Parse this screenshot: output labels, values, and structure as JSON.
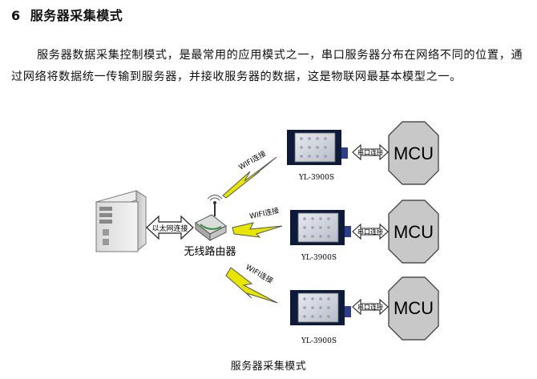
{
  "heading": {
    "number": "6",
    "title": "服务器采集模式"
  },
  "paragraph": "服务器数据采集控制模式，是最常用的应用模式之一，串口服务器分布在网络不同的位置，通过网络将数据统一传输到服务器，并接收服务器的数据，这是物联网最基本模型之一。",
  "diagram": {
    "router_label": "无线路由器",
    "ethernet_label": "以太网连接",
    "wifi_label": "WIFI连接",
    "serial_label": "串口连接",
    "module_label": "YL-3900S",
    "mcu_label": "MCU",
    "branches": [
      {
        "wifi": "WIFI连接",
        "module": "YL-3900S",
        "serial": "串口连接",
        "mcu": "MCU"
      },
      {
        "wifi": "WIFI连接",
        "module": "YL-3900S",
        "serial": "串口连接",
        "mcu": "MCU"
      },
      {
        "wifi": "WIFI连接",
        "module": "YL-3900S",
        "serial": "串口连接",
        "mcu": "MCU"
      }
    ]
  },
  "caption": "服务器采集模式"
}
